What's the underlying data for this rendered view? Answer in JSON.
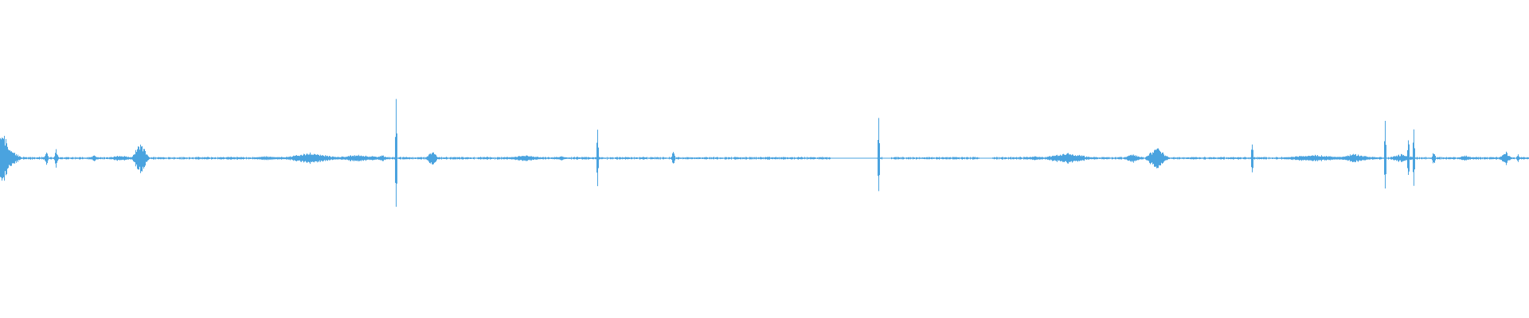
{
  "waveform": {
    "color": "#4aa3df",
    "background": "#ffffff",
    "duration_units": 1920,
    "baseline_amplitude": 0.006,
    "events": [
      {
        "t": 2,
        "amp": 0.22,
        "width": 12
      },
      {
        "t": 8,
        "amp": 0.1,
        "width": 14
      },
      {
        "t": 18,
        "amp": 0.04,
        "width": 10
      },
      {
        "t": 58,
        "amp": 0.05,
        "width": 3
      },
      {
        "t": 70,
        "amp": 0.07,
        "width": 3
      },
      {
        "t": 118,
        "amp": 0.02,
        "width": 8
      },
      {
        "t": 150,
        "amp": 0.02,
        "width": 20
      },
      {
        "t": 176,
        "amp": 0.11,
        "width": 12
      },
      {
        "t": 290,
        "amp": 0.01,
        "width": 20
      },
      {
        "t": 335,
        "amp": 0.015,
        "width": 30
      },
      {
        "t": 390,
        "amp": 0.04,
        "width": 40
      },
      {
        "t": 450,
        "amp": 0.025,
        "width": 40
      },
      {
        "t": 480,
        "amp": 0.02,
        "width": 12
      },
      {
        "t": 497,
        "amp": 0.4,
        "width": 2
      },
      {
        "t": 542,
        "amp": 0.06,
        "width": 8
      },
      {
        "t": 660,
        "amp": 0.02,
        "width": 30
      },
      {
        "t": 705,
        "amp": 0.015,
        "width": 10
      },
      {
        "t": 750,
        "amp": 0.23,
        "width": 2
      },
      {
        "t": 845,
        "amp": 0.05,
        "width": 3
      },
      {
        "t": 1103,
        "amp": 0.34,
        "width": 2
      },
      {
        "t": 1200,
        "amp": 0.01,
        "width": 10
      },
      {
        "t": 1300,
        "amp": 0.015,
        "width": 20
      },
      {
        "t": 1340,
        "amp": 0.04,
        "width": 36
      },
      {
        "t": 1422,
        "amp": 0.03,
        "width": 14
      },
      {
        "t": 1452,
        "amp": 0.08,
        "width": 16
      },
      {
        "t": 1572,
        "amp": 0.13,
        "width": 2
      },
      {
        "t": 1650,
        "amp": 0.025,
        "width": 50
      },
      {
        "t": 1700,
        "amp": 0.03,
        "width": 30
      },
      {
        "t": 1739,
        "amp": 0.26,
        "width": 2
      },
      {
        "t": 1760,
        "amp": 0.03,
        "width": 20
      },
      {
        "t": 1768,
        "amp": 0.18,
        "width": 2
      },
      {
        "t": 1775,
        "amp": 0.21,
        "width": 2
      },
      {
        "t": 1800,
        "amp": 0.05,
        "width": 3
      },
      {
        "t": 1840,
        "amp": 0.02,
        "width": 14
      },
      {
        "t": 1890,
        "amp": 0.05,
        "width": 8
      },
      {
        "t": 1906,
        "amp": 0.03,
        "width": 3
      }
    ],
    "gaps": [
      {
        "start": 1043,
        "end": 1100
      },
      {
        "start": 1108,
        "end": 1118
      },
      {
        "start": 1230,
        "end": 1245
      }
    ]
  }
}
